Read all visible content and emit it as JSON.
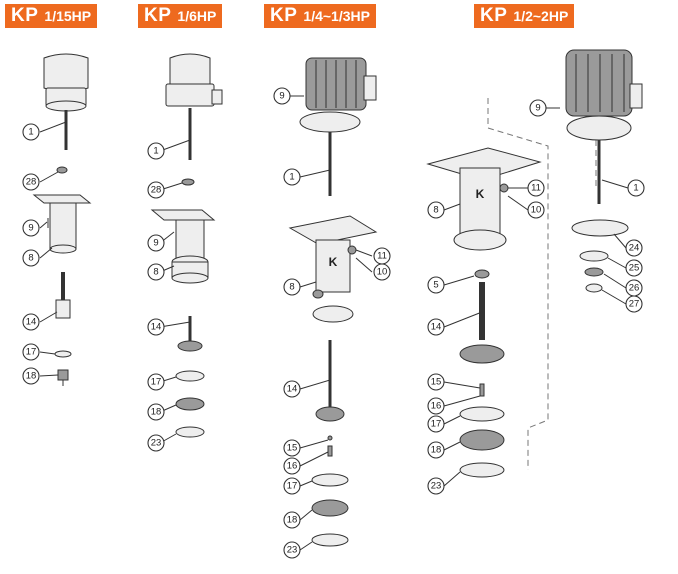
{
  "headers": [
    {
      "brand": "KP",
      "rating": "1/15HP"
    },
    {
      "brand": "KP",
      "rating": "1/6HP"
    },
    {
      "brand": "KP",
      "rating": "1/4~1/3HP"
    },
    {
      "brand": "KP",
      "rating": "1/2~2HP"
    }
  ],
  "callouts": {
    "a1": "1",
    "a28": "28",
    "a9": "9",
    "a8": "8",
    "a14": "14",
    "a17": "17",
    "a18": "18",
    "b1": "1",
    "b28": "28",
    "b9": "9",
    "b8": "8",
    "b14": "14",
    "b17": "17",
    "b18": "18",
    "b23": "23",
    "c9": "9",
    "c1": "1",
    "c11": "11",
    "c10": "10",
    "c8": "8",
    "c14": "14",
    "c15": "15",
    "c16": "16",
    "c17": "17",
    "c18": "18",
    "c23": "23",
    "d9": "9",
    "d1": "1",
    "d11": "11",
    "d10": "10",
    "d8": "8",
    "d24": "24",
    "d25": "25",
    "d26": "26",
    "d27": "27",
    "d5": "5",
    "d14": "14",
    "d15": "15",
    "d16": "16",
    "d17": "17",
    "d18": "18",
    "d23": "23"
  },
  "colors": {
    "header_bg": "#ee6a1f",
    "header_text": "#ffffff"
  }
}
